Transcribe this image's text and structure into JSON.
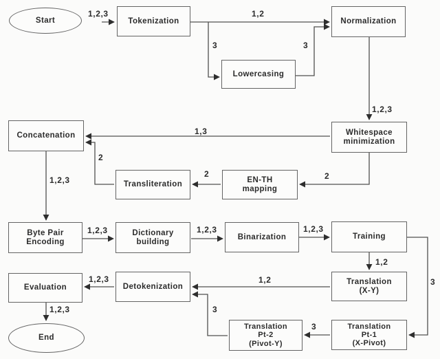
{
  "diagram": {
    "colors": {
      "background": "#fbfbfa",
      "line": "#4f4f4f",
      "box_border": "#636363",
      "text": "#2b2b2b"
    },
    "nodes": [
      {
        "id": "start",
        "shape": "terminator",
        "label": "Start"
      },
      {
        "id": "tokenization",
        "shape": "process",
        "label": "Tokenization"
      },
      {
        "id": "normalization",
        "shape": "process",
        "label": "Normalization"
      },
      {
        "id": "lowercasing",
        "shape": "process",
        "label": "Lowercasing"
      },
      {
        "id": "whitespace-minimization",
        "shape": "process",
        "label": "Whitespace\nminimization"
      },
      {
        "id": "concatenation",
        "shape": "process",
        "label": "Concatenation"
      },
      {
        "id": "transliteration",
        "shape": "process",
        "label": "Transliteration"
      },
      {
        "id": "en-th-mapping",
        "shape": "process",
        "label": "EN-TH\nmapping"
      },
      {
        "id": "byte-pair-encoding",
        "shape": "process",
        "label": "Byte Pair\nEncoding"
      },
      {
        "id": "dictionary-building",
        "shape": "process",
        "label": "Dictionary\nbuilding"
      },
      {
        "id": "binarization",
        "shape": "process",
        "label": "Binarization"
      },
      {
        "id": "training",
        "shape": "process",
        "label": "Training"
      },
      {
        "id": "translation-x-y",
        "shape": "process",
        "label": "Translation\n(X-Y)"
      },
      {
        "id": "detokenization",
        "shape": "process",
        "label": "Detokenization"
      },
      {
        "id": "evaluation",
        "shape": "process",
        "label": "Evaluation"
      },
      {
        "id": "translation-pt-1",
        "shape": "process",
        "label": "Translation\nPt-1\n(X-Pivot)"
      },
      {
        "id": "translation-pt-2",
        "shape": "process",
        "label": "Translation\nPt-2\n(Pivot-Y)"
      },
      {
        "id": "end",
        "shape": "terminator",
        "label": "End"
      }
    ],
    "edges": [
      {
        "from": "start",
        "to": "tokenization",
        "label": "1,2,3"
      },
      {
        "from": "tokenization",
        "to": "normalization",
        "label": "1,2"
      },
      {
        "from": "tokenization",
        "to": "lowercasing",
        "label": "3"
      },
      {
        "from": "lowercasing",
        "to": "normalization",
        "label": "3"
      },
      {
        "from": "normalization",
        "to": "whitespace-minimization",
        "label": "1,2,3"
      },
      {
        "from": "whitespace-minimization",
        "to": "concatenation",
        "label": "1,3"
      },
      {
        "from": "whitespace-minimization",
        "to": "en-th-mapping",
        "label": "2"
      },
      {
        "from": "en-th-mapping",
        "to": "transliteration",
        "label": "2"
      },
      {
        "from": "transliteration",
        "to": "concatenation",
        "label": "2"
      },
      {
        "from": "concatenation",
        "to": "byte-pair-encoding",
        "label": "1,2,3"
      },
      {
        "from": "byte-pair-encoding",
        "to": "dictionary-building",
        "label": "1,2,3"
      },
      {
        "from": "dictionary-building",
        "to": "binarization",
        "label": "1,2,3"
      },
      {
        "from": "binarization",
        "to": "training",
        "label": "1,2,3"
      },
      {
        "from": "training",
        "to": "translation-x-y",
        "label": "1,2"
      },
      {
        "from": "training",
        "to": "translation-pt-1",
        "label": "3"
      },
      {
        "from": "translation-x-y",
        "to": "detokenization",
        "label": "1,2"
      },
      {
        "from": "translation-pt-1",
        "to": "translation-pt-2",
        "label": "3"
      },
      {
        "from": "translation-pt-2",
        "to": "detokenization",
        "label": "3"
      },
      {
        "from": "detokenization",
        "to": "evaluation",
        "label": "1,2,3"
      },
      {
        "from": "evaluation",
        "to": "end",
        "label": "1,2,3"
      }
    ]
  }
}
